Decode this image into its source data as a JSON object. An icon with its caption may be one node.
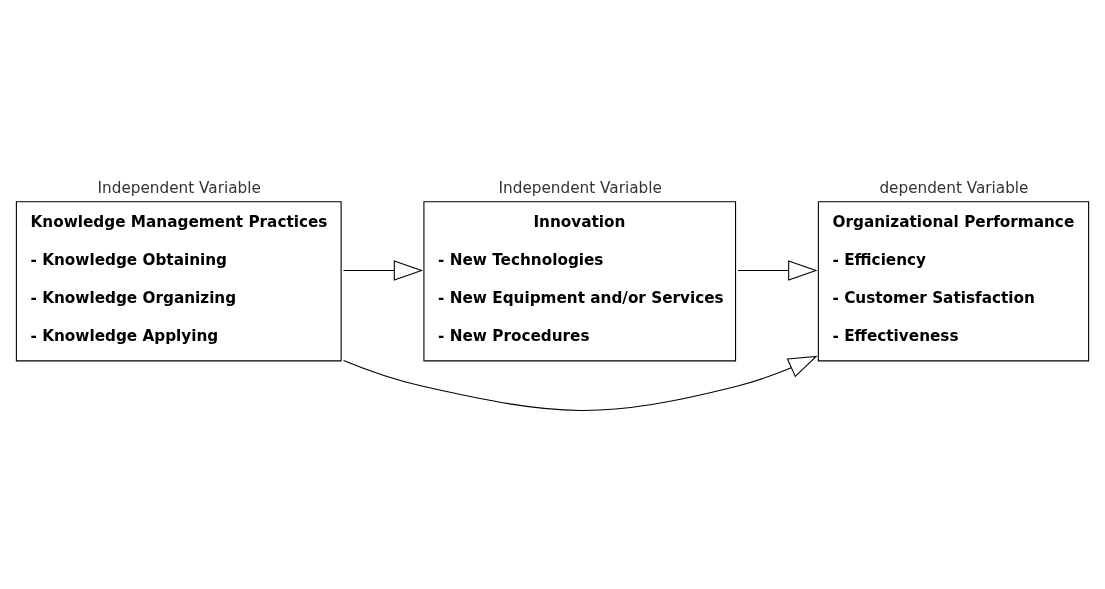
{
  "diagram": {
    "nodes": [
      {
        "text": [
          "Independent Variable",
          "Knowledge Management Practices",
          "- Knowledge Obtaining",
          "- Knowledge Organizing",
          "- Knowledge Applying"
        ]
      },
      {
        "text": [
          "Independent Variable",
          "Innovation",
          "- New Technologies",
          "- New Equipment and/or Services",
          "- New Procedures"
        ]
      },
      {
        "text": [
          "dependent Variable",
          "Organizational Performance",
          "- Efficiency",
          "- Customer Satisfaction",
          "- Effectiveness"
        ]
      }
    ],
    "edges": [
      {
        "from": 0,
        "to": 1,
        "arrow": "to"
      },
      {
        "from": 1,
        "to": 2,
        "arrow": "to"
      },
      {
        "from": 0,
        "to": 2,
        "arrow": "to"
      }
    ]
  }
}
